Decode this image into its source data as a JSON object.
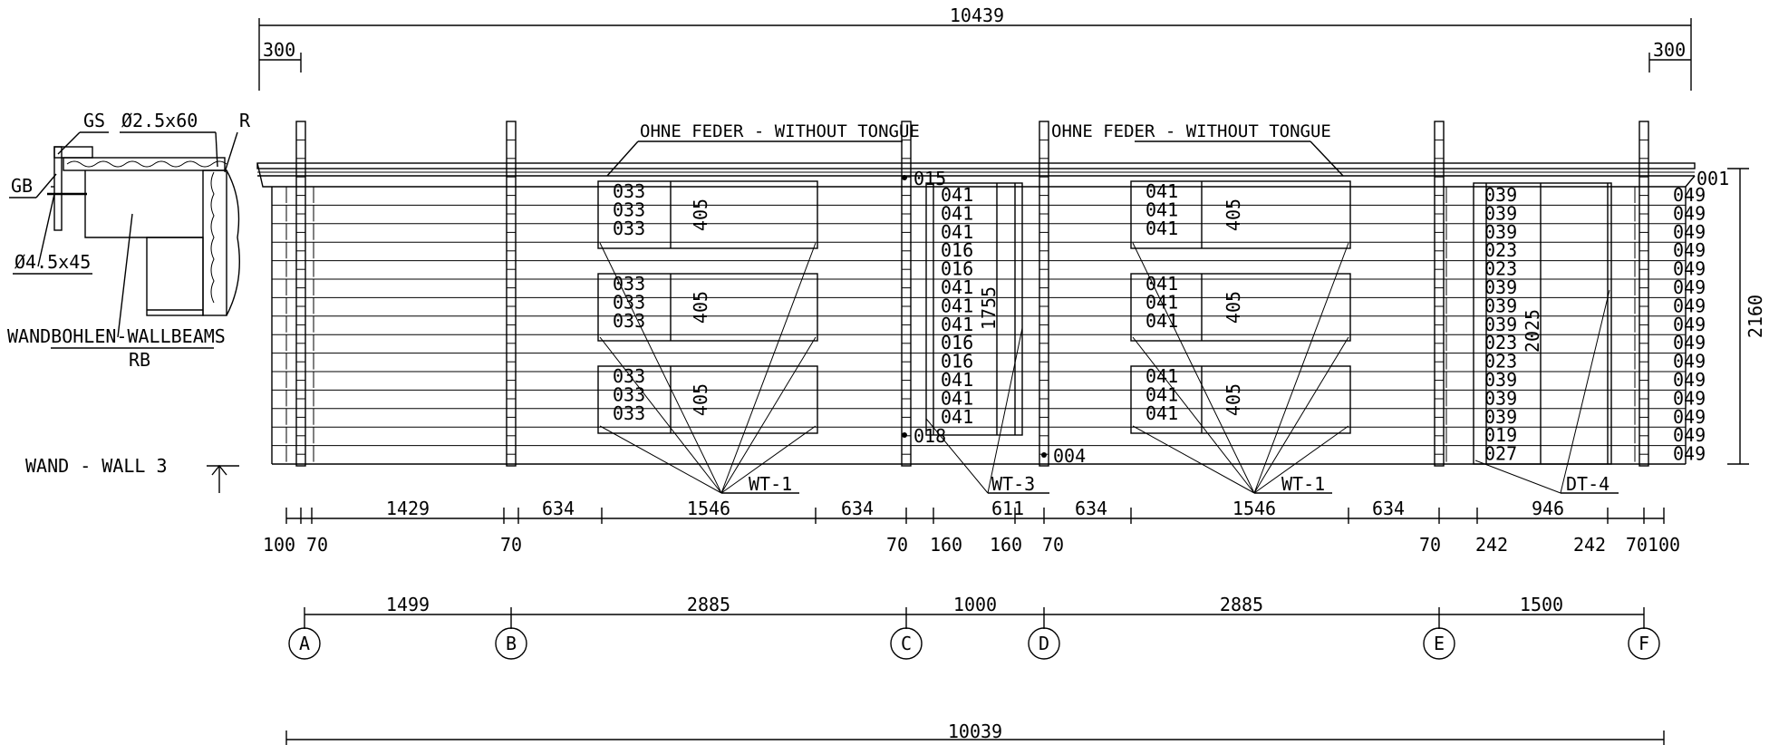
{
  "overall": {
    "top": "10439",
    "bottom": "10039",
    "end_left": "300",
    "end_right": "300"
  },
  "section": {
    "gs": "GS",
    "nail": "Ø2.5x60",
    "r": "R",
    "gb": "GB",
    "screw": "Ø4.5x45",
    "beams": "WANDBOHLEN-WALLBEAMS",
    "rb": "RB"
  },
  "wall_title": "WAND - WALL 3",
  "notes": {
    "no_tongue_1": "OHNE FEDER - WITHOUT TONGUE",
    "no_tongue_2": "OHNE FEDER - WITHOUT TONGUE"
  },
  "part_labels": {
    "bay1_top": "015",
    "bay1_bottom": "018",
    "bay2_bottom": "004",
    "right_top": "001"
  },
  "columns": {
    "c1": [
      "033",
      "033",
      "033",
      "033",
      "033",
      "033",
      "033",
      "033",
      "033"
    ],
    "c2": [
      "041",
      "041",
      "041",
      "016",
      "016",
      "041",
      "041",
      "041",
      "016",
      "016",
      "041",
      "041",
      "041"
    ],
    "c3": [
      "041",
      "041",
      "041",
      "041",
      "041",
      "041",
      "041",
      "041",
      "041"
    ],
    "c4": [
      "039",
      "039",
      "039",
      "023",
      "023",
      "039",
      "039",
      "039",
      "023",
      "023",
      "039",
      "039",
      "039",
      "019",
      "027"
    ],
    "c5": [
      "049",
      "049",
      "049",
      "049",
      "049",
      "049",
      "049",
      "049",
      "049",
      "049",
      "049",
      "049",
      "049",
      "049",
      "049"
    ]
  },
  "window_dims": {
    "w405": "405",
    "h1755": "1755",
    "h2025": "2025",
    "h2160": "2160"
  },
  "openings": {
    "wt1": "WT-1",
    "wt3": "WT-3",
    "wt1b": "WT-1",
    "dt4": "DT-4"
  },
  "dim_row1": [
    "1429",
    "634",
    "1546",
    "634",
    "611",
    "634",
    "1546",
    "634",
    "946"
  ],
  "dim_row2": [
    "100",
    "70",
    "70",
    "70",
    "160",
    "160",
    "70",
    "70",
    "242",
    "242",
    "70100"
  ],
  "grid_dims": [
    "1499",
    "2885",
    "1000",
    "2885",
    "1500"
  ],
  "axes": [
    "A",
    "B",
    "C",
    "D",
    "E",
    "F"
  ]
}
